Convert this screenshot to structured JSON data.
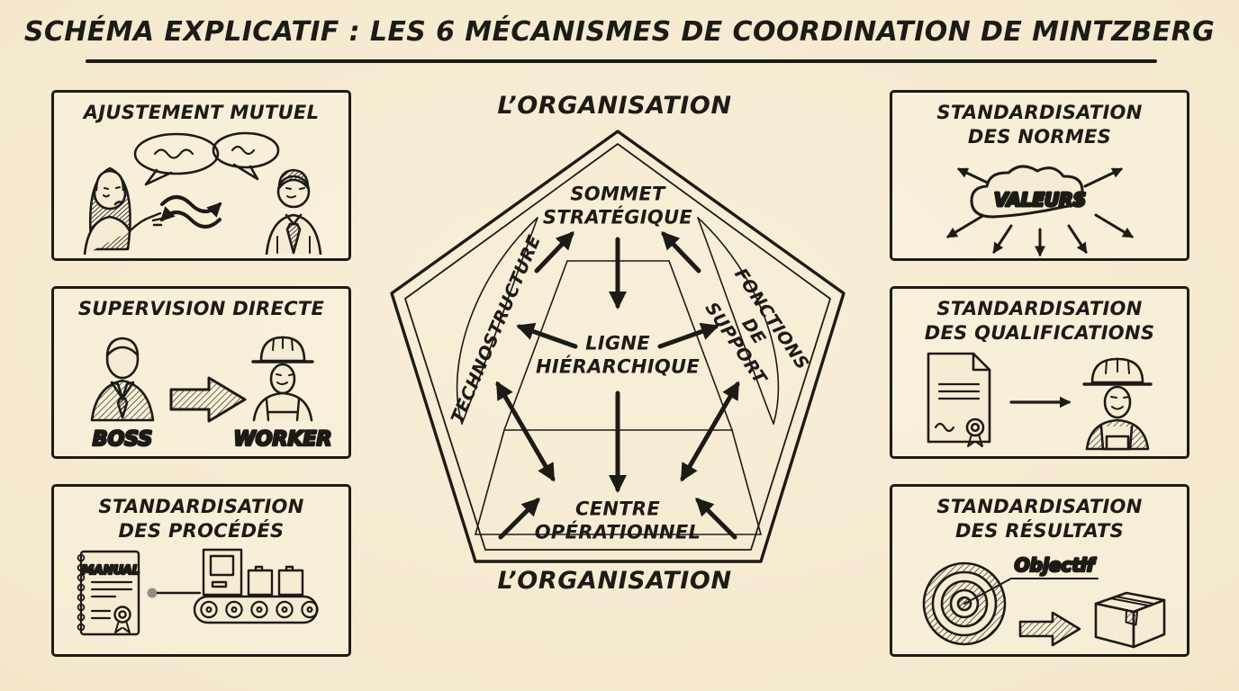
{
  "title": "SCHÉMA EXPLICATIF : LES 6 MÉCANISMES DE COORDINATION DE MINTZBERG",
  "colors": {
    "background": "#f4e9cd",
    "ink": "#1d1b16"
  },
  "cards": {
    "mutual": {
      "title": "AJUSTEMENT MUTUEL"
    },
    "supervision": {
      "title": "SUPERVISION DIRECTE",
      "boss": "BOSS",
      "worker": "WORKER"
    },
    "procedes": {
      "title": "STANDARDISATION\nDES PROCÉDÉS",
      "manual": "MANUAL"
    },
    "normes": {
      "title": "STANDARDISATION\nDES NORMES",
      "cloud": "VALEURS"
    },
    "qualifications": {
      "title": "STANDARDISATION\nDES QUALIFICATIONS"
    },
    "resultats": {
      "title": "STANDARDISATION\nDES RÉSULTATS",
      "objective": "Objectif"
    }
  },
  "pentagon": {
    "top_label": "L’ORGANISATION",
    "bottom_label": "L’ORGANISATION",
    "sommet": "SOMMET\nSTRATÉGIQUE",
    "ligne": "LIGNE\nHIÉRARCHIQUE",
    "centre": "CENTRE\nOPÉRATIONNEL",
    "technostructure": "TECHNOSTRUCTURE",
    "fonctions_support": "FONCTIONS\nDE SUPPORT"
  }
}
